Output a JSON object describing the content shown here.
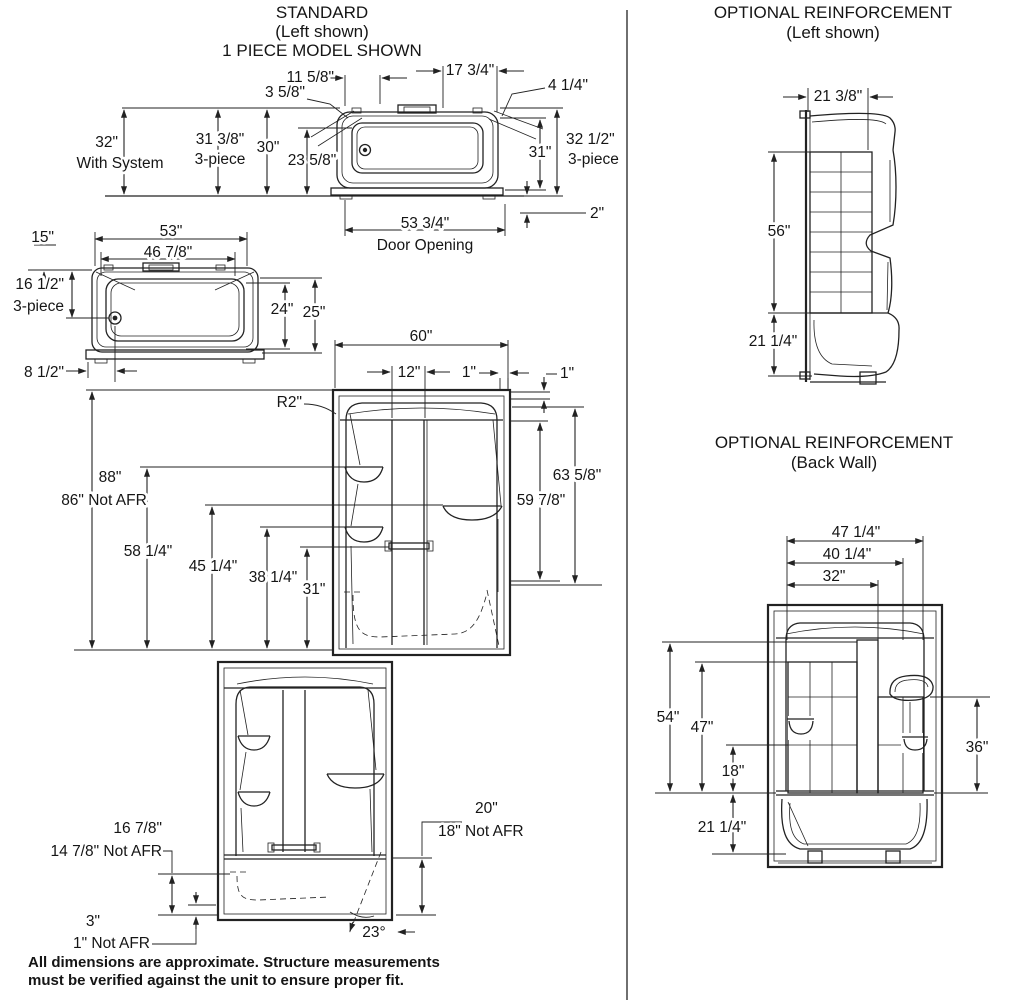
{
  "standard": {
    "title": "STANDARD",
    "subtitle": "(Left shown)",
    "subtitle2": "1 PIECE MODEL SHOWN",
    "side_view": {
      "top_left_width": "11 5/8\"",
      "top_right_width": "17 3/4\"",
      "corner": "4 1/4\"",
      "rim": "3 5/8\"",
      "h_with_system": "32\"",
      "h_with_system_label": "With System",
      "h_3piece": "31 3/8\"",
      "h_3piece_label": "3-piece",
      "h_std": "30\"",
      "h_inner": "23 5/8\"",
      "h_right": "31\"",
      "h_right2": "32 1/2\"",
      "h_right2_label": "3-piece",
      "base": "2\"",
      "door_opening": "53 3/4\"",
      "door_opening_label": "Door Opening"
    },
    "plan_view": {
      "offset_top": "15\"",
      "drain_y": "16 1/2\"",
      "drain_y_label": "3-piece",
      "width": "53\"",
      "width_inner": "46 7/8\"",
      "depth_inner": "24\"",
      "depth": "25\"",
      "drain_x": "8 1/2\""
    },
    "wall_view": {
      "width": "60\"",
      "center": "12\"",
      "edge": "1\"",
      "rim": "1\"",
      "radius": "R2\"",
      "h_total": "88\"",
      "h_total_alt": "86\" Not AFR",
      "h_shelf1": "58 1/4\"",
      "h_shelf2": "45 1/4\"",
      "h_shelf3": "38 1/4\"",
      "h_ledge": "31\"",
      "h_wall": "63 5/8\"",
      "h_wall_inner": "59 7/8\""
    },
    "apron_view": {
      "apron_h": "16 7/8\"",
      "apron_h_alt": "14 7/8\" Not AFR",
      "base_h": "3\"",
      "base_h_alt": "1\" Not AFR",
      "tub_h": "20\"",
      "tub_h_alt": "18\" Not AFR",
      "slope_angle": "23°"
    }
  },
  "reinforcement_left": {
    "title": "OPTIONAL REINFORCEMENT",
    "subtitle": "(Left shown)",
    "panel_width": "21 3/8\"",
    "panel_height": "56\"",
    "tub_height": "21 1/4\""
  },
  "reinforcement_back": {
    "title": "OPTIONAL REINFORCEMENT",
    "subtitle": "(Back Wall)",
    "w1": "47 1/4\"",
    "w2": "40 1/4\"",
    "w3": "32\"",
    "h1": "54\"",
    "h2": "47\"",
    "h3": "18\"",
    "h4": "36\"",
    "tub_height": "21 1/4\""
  },
  "footnote": {
    "line1": "All dimensions are approximate. Structure measurements",
    "line2": "must be verified against the unit to ensure proper fit."
  }
}
